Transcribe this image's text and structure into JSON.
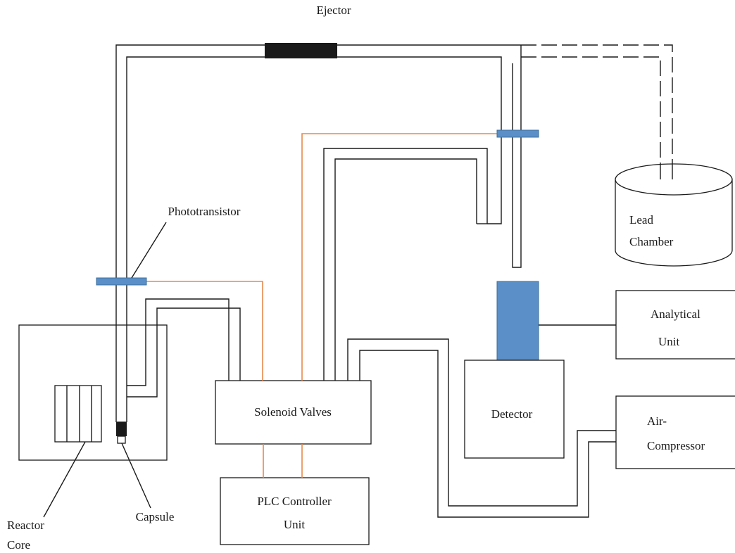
{
  "labels": {
    "ejector": "Ejector",
    "phototransistor": "Phototransistor",
    "lead_chamber_1": "Lead",
    "lead_chamber_2": "Chamber",
    "analytical_unit_1": "Analytical",
    "analytical_unit_2": "Unit",
    "air_compressor_1": "Air-",
    "air_compressor_2": "Compressor",
    "detector": "Detector",
    "solenoid_valves": "Solenoid Valves",
    "plc_controller_1": "PLC Controller",
    "plc_controller_2": "Unit",
    "capsule": "Capsule",
    "reactor_core_1": "Reactor",
    "reactor_core_2": "Core"
  },
  "colors": {
    "signal_wire": "#e8894a",
    "sensor_fill": "#5b8fc7",
    "line": "#1a1a1a"
  }
}
